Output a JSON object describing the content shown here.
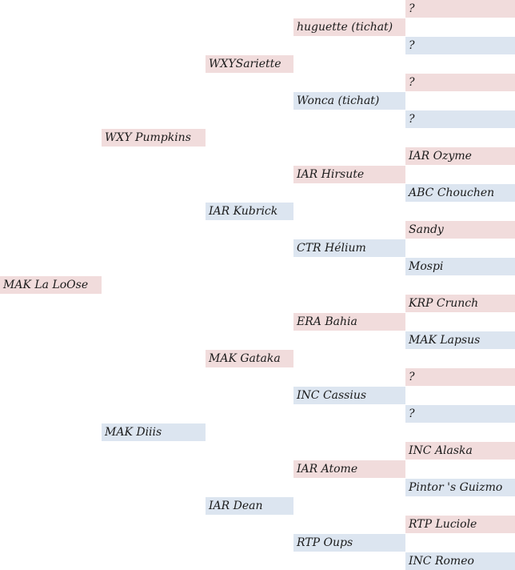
{
  "pedigree": {
    "subject": "MAK La LoOse",
    "sire": "WXY Pumpkins",
    "dam": "MAK Diiis",
    "sire_sire": "WXYSariette",
    "sire_dam": "IAR Kubrick",
    "dam_sire": "MAK Gataka",
    "dam_dam": "IAR Dean",
    "ss_sire": "huguette  (tichat)",
    "ss_dam": "Wonca  (tichat)",
    "sd_sire": "IAR Hirsute",
    "sd_dam": "CTR Hélium",
    "ds_sire": "ERA Bahia",
    "ds_dam": "INC Cassius",
    "dd_sire": "IAR Atome",
    "dd_dam": "RTP Oups",
    "g4": [
      "?",
      "?",
      "?",
      "?",
      "IAR Ozyme",
      "ABC Chouchen",
      "Sandy",
      "Mospi",
      "KRP Crunch",
      "MAK Lapsus",
      "?",
      "?",
      "INC Alaska",
      "Pintor 's Guizmo",
      "RTP Luciole",
      "INC Romeo"
    ]
  },
  "colors": {
    "male": "#f1dcdc",
    "female": "#dce5f0"
  }
}
